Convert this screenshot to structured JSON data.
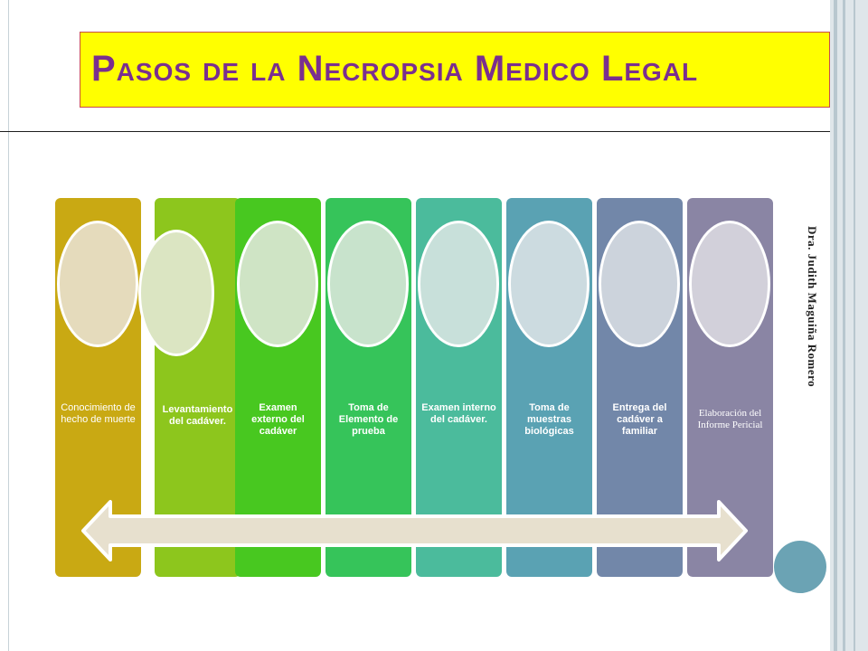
{
  "slide": {
    "title": "Pasos de la Necropsia Medico Legal",
    "author": "Dra. Judith Maguiña Romero"
  },
  "steps": [
    {
      "label": "Conocimiento de hecho de muerte",
      "color": "#c9a913",
      "oval": "#e5dbbc"
    },
    {
      "label": "Levantamiento del cadáver.",
      "color": "#8dc61d",
      "oval": "#dbe5c2"
    },
    {
      "label": "Examen externo del cadáver",
      "color": "#48c820",
      "oval": "#cfe4c5"
    },
    {
      "label": "Toma de Elemento de prueba",
      "color": "#36c45a",
      "oval": "#c8e3cc"
    },
    {
      "label": "Examen interno del cadáver.",
      "color": "#4bbb9c",
      "oval": "#c8e0da"
    },
    {
      "label": "Toma de muestras biológicas",
      "color": "#5aa2b3",
      "oval": "#ccdbe0"
    },
    {
      "label": "Entrega del cadáver a familiar",
      "color": "#7287a9",
      "oval": "#ccd3dc"
    },
    {
      "label": "Elaboración del Informe Pericial",
      "color": "#8a85a4",
      "oval": "#d2d0da"
    }
  ],
  "arrow": {
    "direction": "bidirectional",
    "fill": "#e7e0ce",
    "stroke": "#ffffff"
  }
}
